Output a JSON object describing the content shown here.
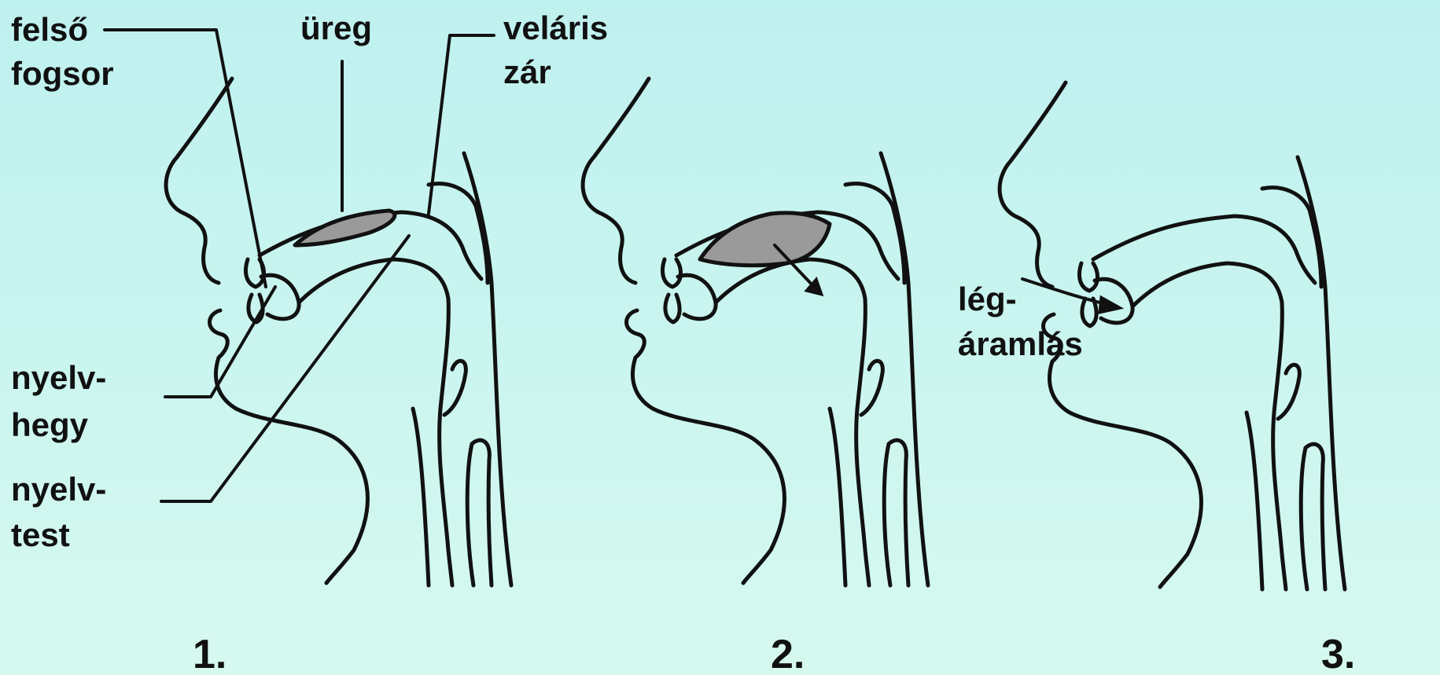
{
  "labels": {
    "felso": "felső",
    "fogsor": "fogsor",
    "ureg": "üreg",
    "velaris": "veláris",
    "zar": "zár",
    "nyelv1": "nyelv-",
    "hegy": "hegy",
    "nyelv2": "nyelv-",
    "test": "test",
    "leg": "lég-",
    "aramlas": "áramlás"
  },
  "stages": [
    "1.",
    "2.",
    "3."
  ]
}
